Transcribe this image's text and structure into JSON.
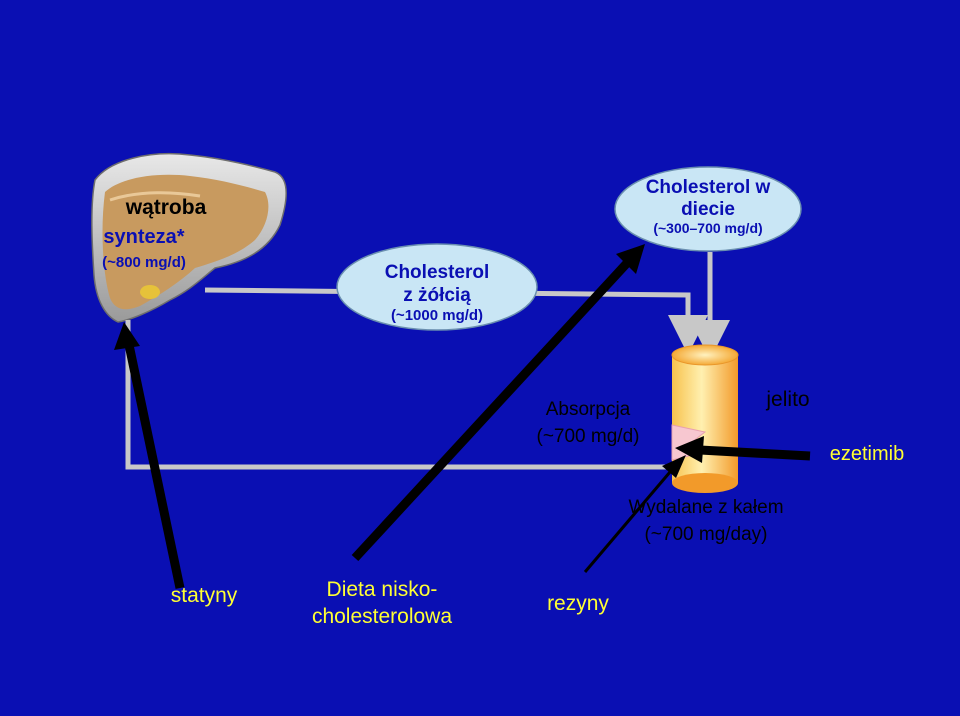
{
  "liver": {
    "title": "wątroba",
    "line2": "synteza*",
    "line3": "(~800 mg/d)"
  },
  "bile": {
    "line1": "Cholesterol",
    "line2": "z żółcią",
    "line3": "(~1000 mg/d)"
  },
  "diet": {
    "line1": "Cholesterol w",
    "line2": "diecie",
    "line3": "(~300–700 mg/d)"
  },
  "absorption": {
    "line1": "Absorpcja",
    "line2": "(~700 mg/d)"
  },
  "intestine": {
    "label": "jelito"
  },
  "drugs": {
    "ezetimibe": "ezetimib",
    "statins": "statyny",
    "diet_line1": "Dieta nisko-",
    "diet_line2": "cholesterolowa",
    "resins": "rezyny"
  },
  "excretion": {
    "line1": "Wydalane z kałem",
    "line2": "(~700 mg/day)"
  },
  "colors": {
    "background": "#0a0fb3",
    "drug_text": "#ffff33",
    "bubble": "#c9e6f5",
    "intestine": "#f7b23a",
    "liver": "#c89a5f",
    "arrow": "#000000",
    "pipe": "#c8c8c8"
  }
}
